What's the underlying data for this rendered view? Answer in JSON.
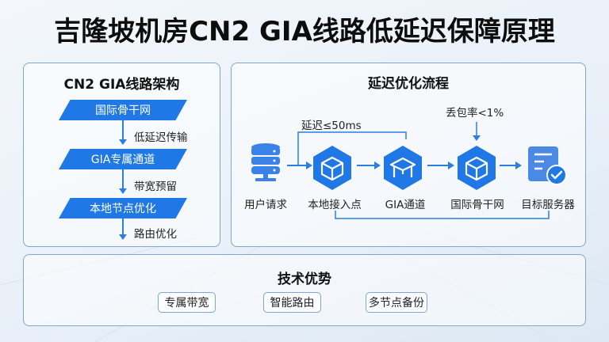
{
  "title": "吉隆坡机房CN2 GIA线路低延迟保障原理",
  "architecture": {
    "heading": "CN2 GIA线路架构",
    "layers": [
      {
        "label": "国际骨干网",
        "connector": "低延迟传输"
      },
      {
        "label": "GIA专属通道",
        "connector": "带宽预留"
      },
      {
        "label": "本地节点优化",
        "connector": "路由优化"
      }
    ]
  },
  "flow": {
    "heading": "延迟优化流程",
    "latency_note": "延迟≤50ms",
    "packet_loss_note": "丢包率<1%",
    "nodes": [
      {
        "label": "用户请求",
        "icon": "database-server-icon"
      },
      {
        "label": "本地接入点",
        "icon": "cube-icon"
      },
      {
        "label": "GIA通道",
        "icon": "gateway-icon"
      },
      {
        "label": "国际骨干网",
        "icon": "cube-icon"
      },
      {
        "label": "目标服务器",
        "icon": "document-check-icon"
      }
    ]
  },
  "advantages": {
    "heading": "技术优势",
    "items": [
      "专属带宽",
      "智能路由",
      "多节点备份"
    ]
  },
  "colors": {
    "primary": "#1f78e6",
    "border": "#7fa6cc",
    "line": "#2b7de0"
  }
}
